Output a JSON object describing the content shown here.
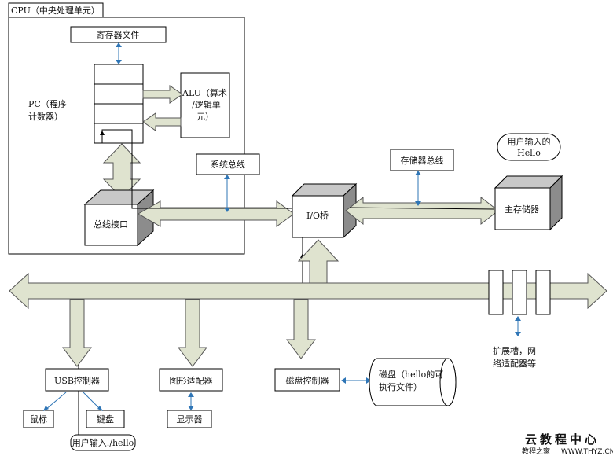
{
  "cpu": {
    "label": "CPU（中央处理单元）"
  },
  "register_file": {
    "label": "寄存器文件"
  },
  "alu": {
    "line1": "ALU（算术",
    "line2": "/逻辑单",
    "line3": "元）"
  },
  "pc": {
    "line1": "PC（程序",
    "line2": "计数器）"
  },
  "system_bus": {
    "label": "系统总线"
  },
  "memory_bus": {
    "label": "存储器总线"
  },
  "bus_interface": {
    "label": "总线接口"
  },
  "io_bridge": {
    "label": "I/O桥"
  },
  "main_memory": {
    "label": "主存储器"
  },
  "hello_bubble": {
    "line1": "用户输入的",
    "line2": "Hello"
  },
  "usb_controller": {
    "label": "USB控制器"
  },
  "graphics_adapter": {
    "label": "图形适配器"
  },
  "disk_controller": {
    "label": "磁盘控制器"
  },
  "disk": {
    "line1": "磁盘（hello的可",
    "line2": "执行文件）"
  },
  "mouse": {
    "label": "鼠标"
  },
  "keyboard": {
    "label": "键盘"
  },
  "display": {
    "label": "显示器"
  },
  "user_input": {
    "label": "用户输入./hello"
  },
  "expansion": {
    "line1": "扩展槽，网",
    "line2": "络适配器等"
  },
  "watermark": {
    "title": "云教程中心",
    "sub": "WWW.THYZ.CN",
    "brand": "教程之家"
  }
}
